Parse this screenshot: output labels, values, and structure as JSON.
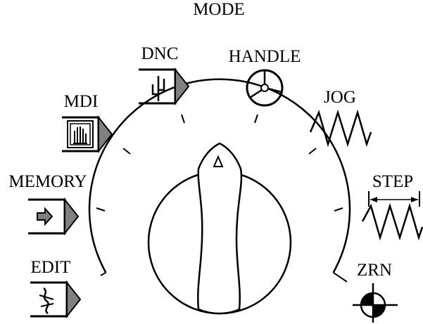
{
  "title": "MODE",
  "modes": [
    {
      "id": "edit",
      "label": "EDIT"
    },
    {
      "id": "memory",
      "label": "MEMORY"
    },
    {
      "id": "mdi",
      "label": "MDI"
    },
    {
      "id": "dnc",
      "label": "DNC"
    },
    {
      "id": "handle",
      "label": "HANDLE"
    },
    {
      "id": "jog",
      "label": "JOG"
    },
    {
      "id": "step",
      "label": "STEP"
    },
    {
      "id": "zrn",
      "label": "ZRN"
    }
  ],
  "colors": {
    "ink": "#000000",
    "shade": "#808080",
    "paper": "#ffffff"
  },
  "icons": {
    "edit": "edit-tape-icon",
    "memory": "memory-arrow-icon",
    "mdi": "mdi-hand-icon",
    "dnc": "dnc-cactus-icon",
    "handle": "handwheel-icon",
    "jog": "jog-zigzag-icon",
    "step": "step-zigzag-icon",
    "zrn": "zero-return-target-icon"
  }
}
